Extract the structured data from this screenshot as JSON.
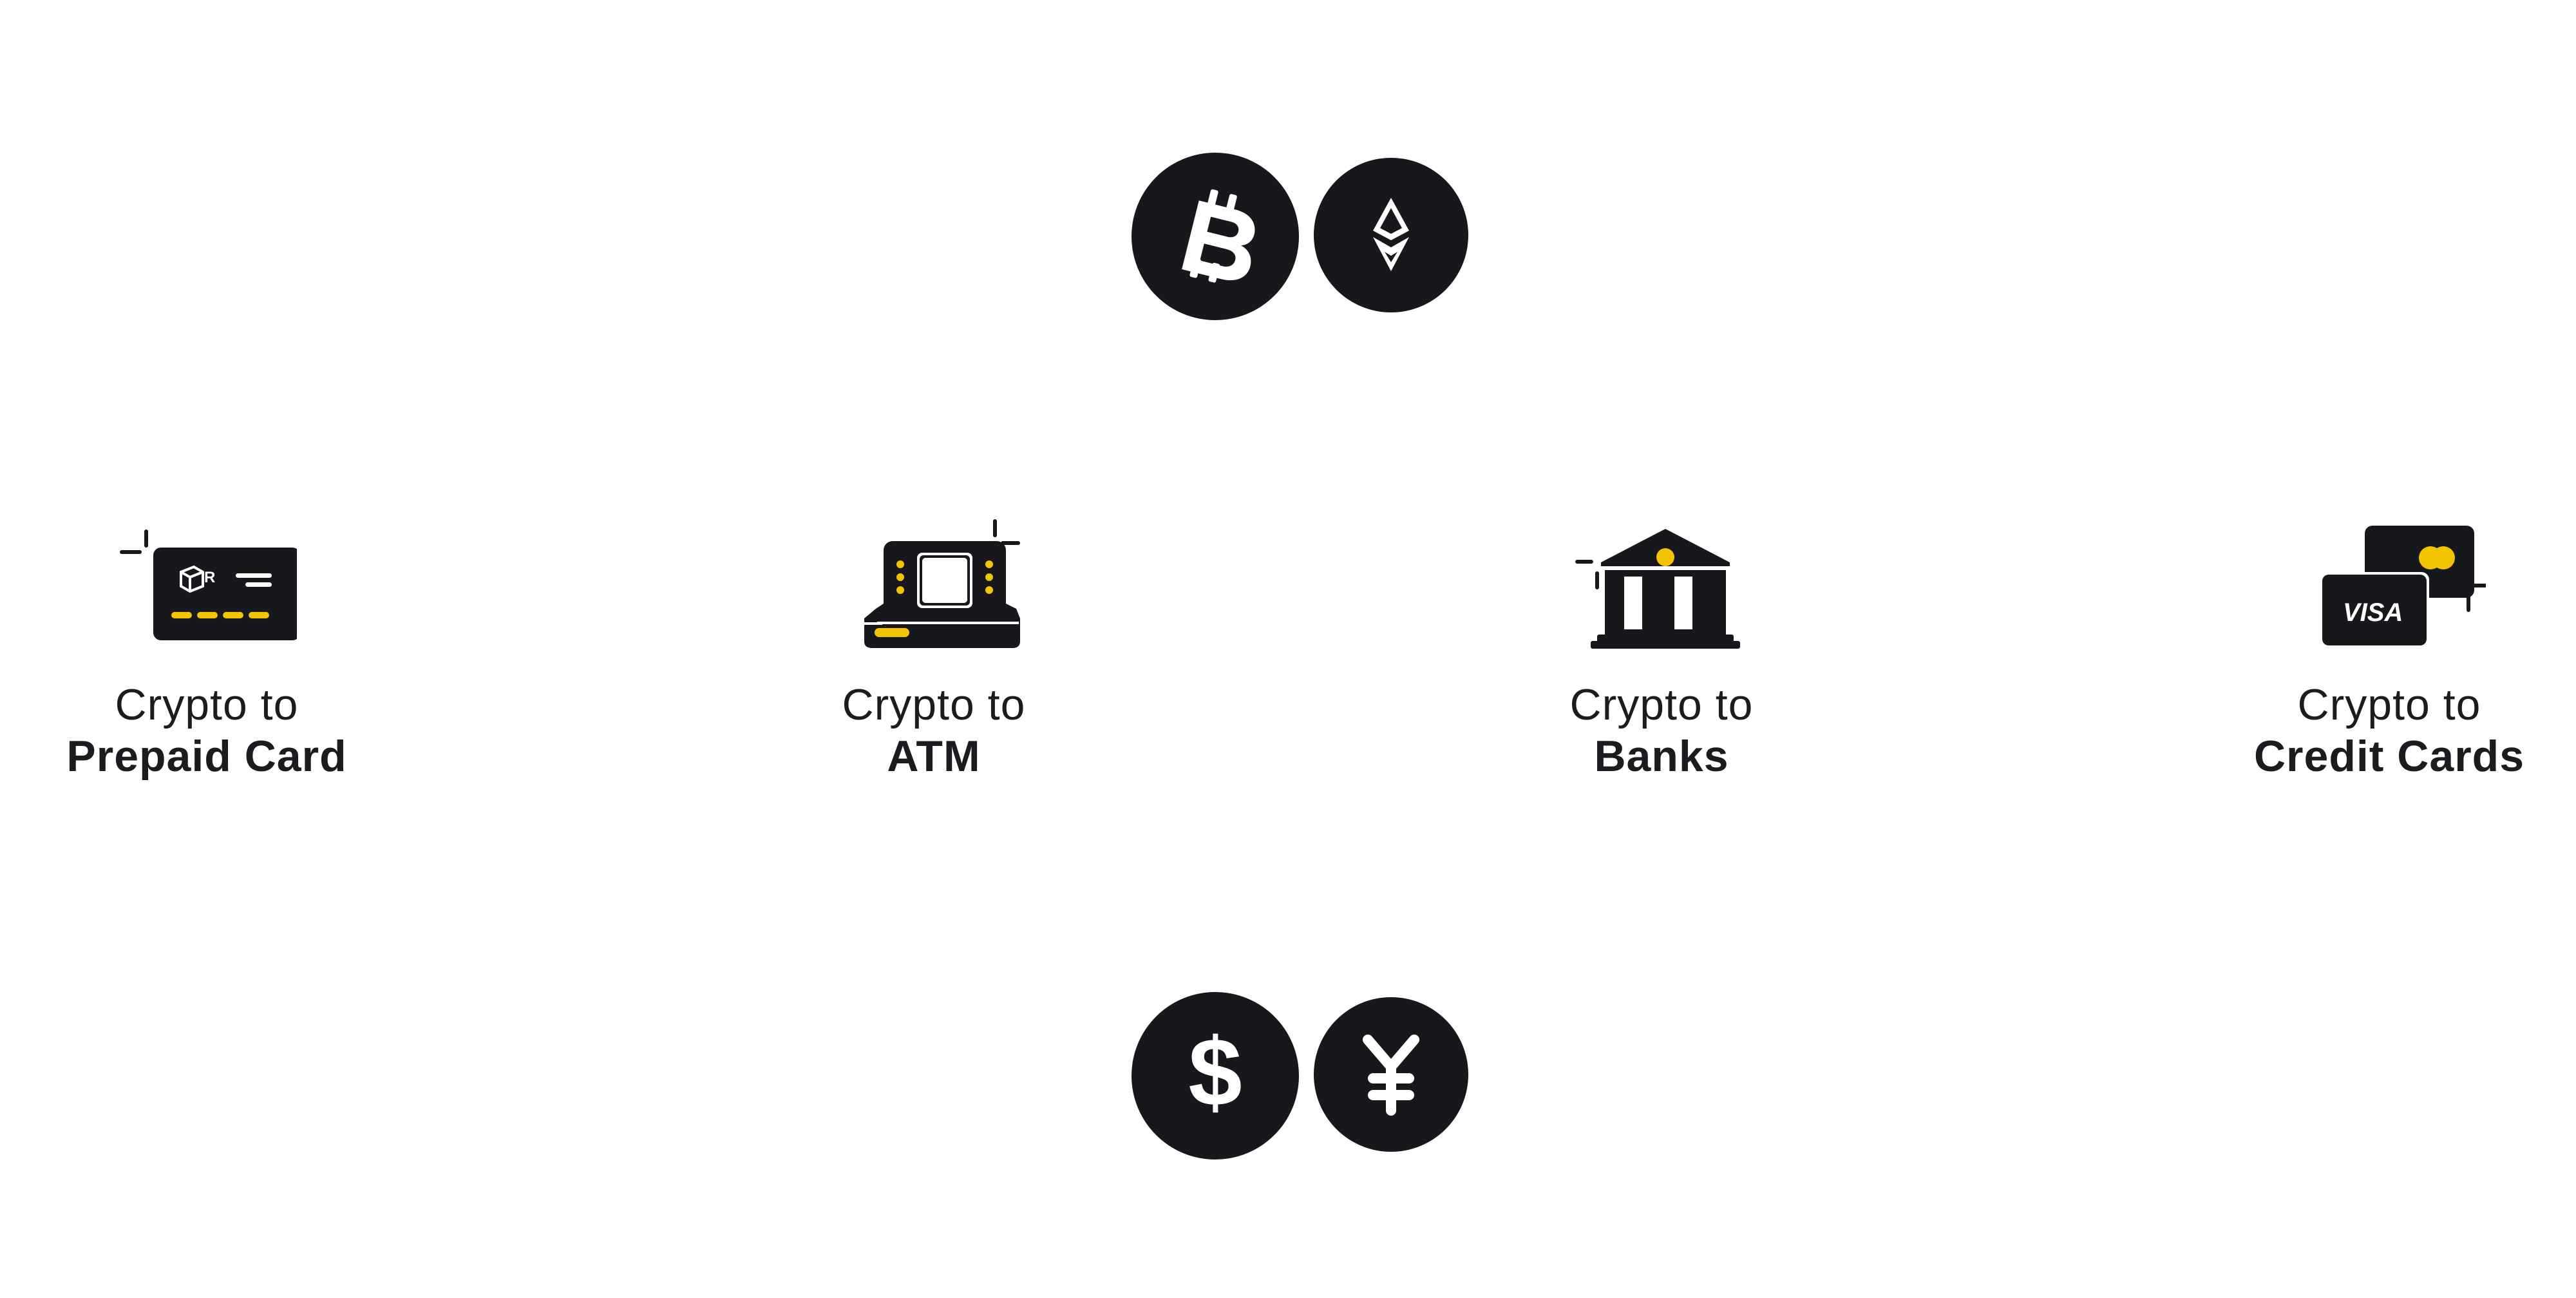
{
  "colors": {
    "icon_dark": "#17181c",
    "accent_yellow": "#f5c400",
    "text": "#1b1c20",
    "background": "#ffffff"
  },
  "crypto_coins": [
    {
      "icon": "bitcoin-icon"
    },
    {
      "icon": "ethereum-icon"
    }
  ],
  "fiat_coins": [
    {
      "icon": "dollar-icon"
    },
    {
      "icon": "yen-icon"
    }
  ],
  "items": [
    {
      "icon": "prepaid-card-icon",
      "line1": "Crypto to",
      "line2": "Prepaid Card"
    },
    {
      "icon": "atm-icon",
      "line1": "Crypto to",
      "line2": "ATM"
    },
    {
      "icon": "bank-icon",
      "line1": "Crypto to",
      "line2": "Banks"
    },
    {
      "icon": "credit-cards-icon",
      "line1": "Crypto to",
      "line2": "Credit Cards",
      "card_brand": "VISA"
    }
  ]
}
